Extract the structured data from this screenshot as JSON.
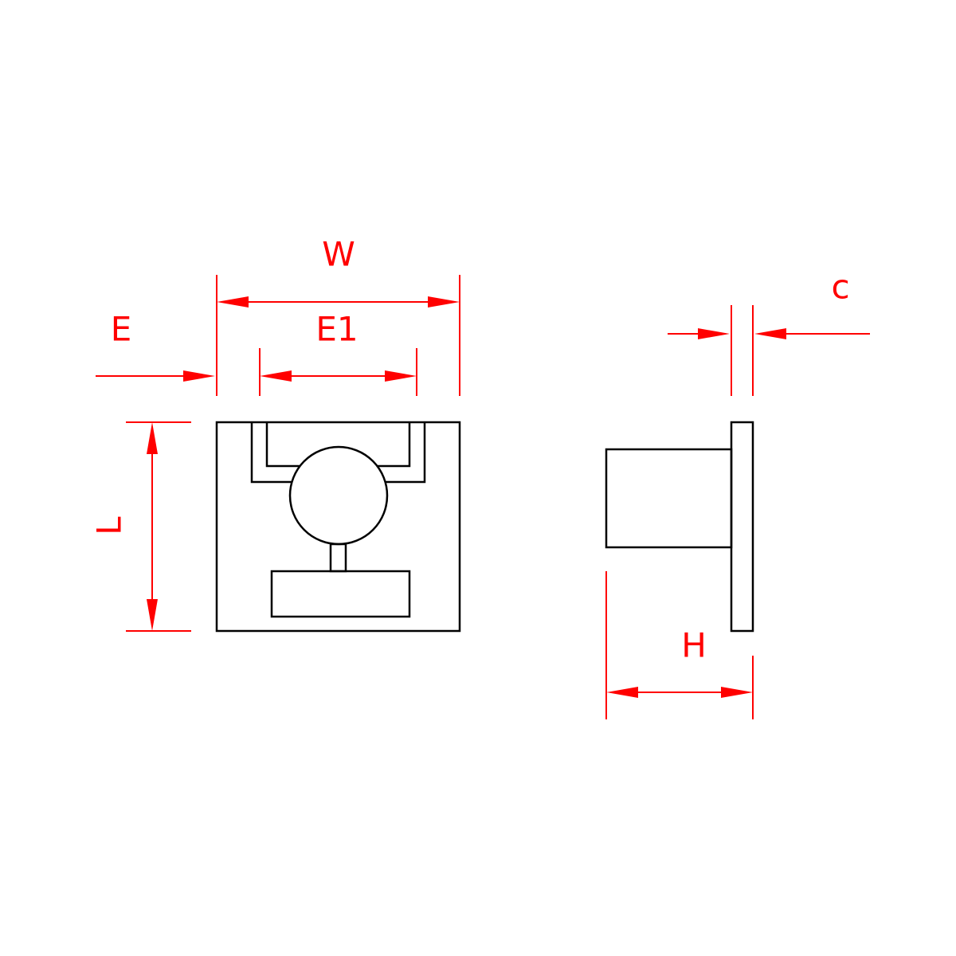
{
  "colors": {
    "outline": "#000000",
    "dimension": "#ff0000",
    "background": "#ffffff"
  },
  "labels": {
    "W": "W",
    "E1": "E1",
    "E": "E",
    "L": "L",
    "c": "c",
    "H": "H"
  }
}
